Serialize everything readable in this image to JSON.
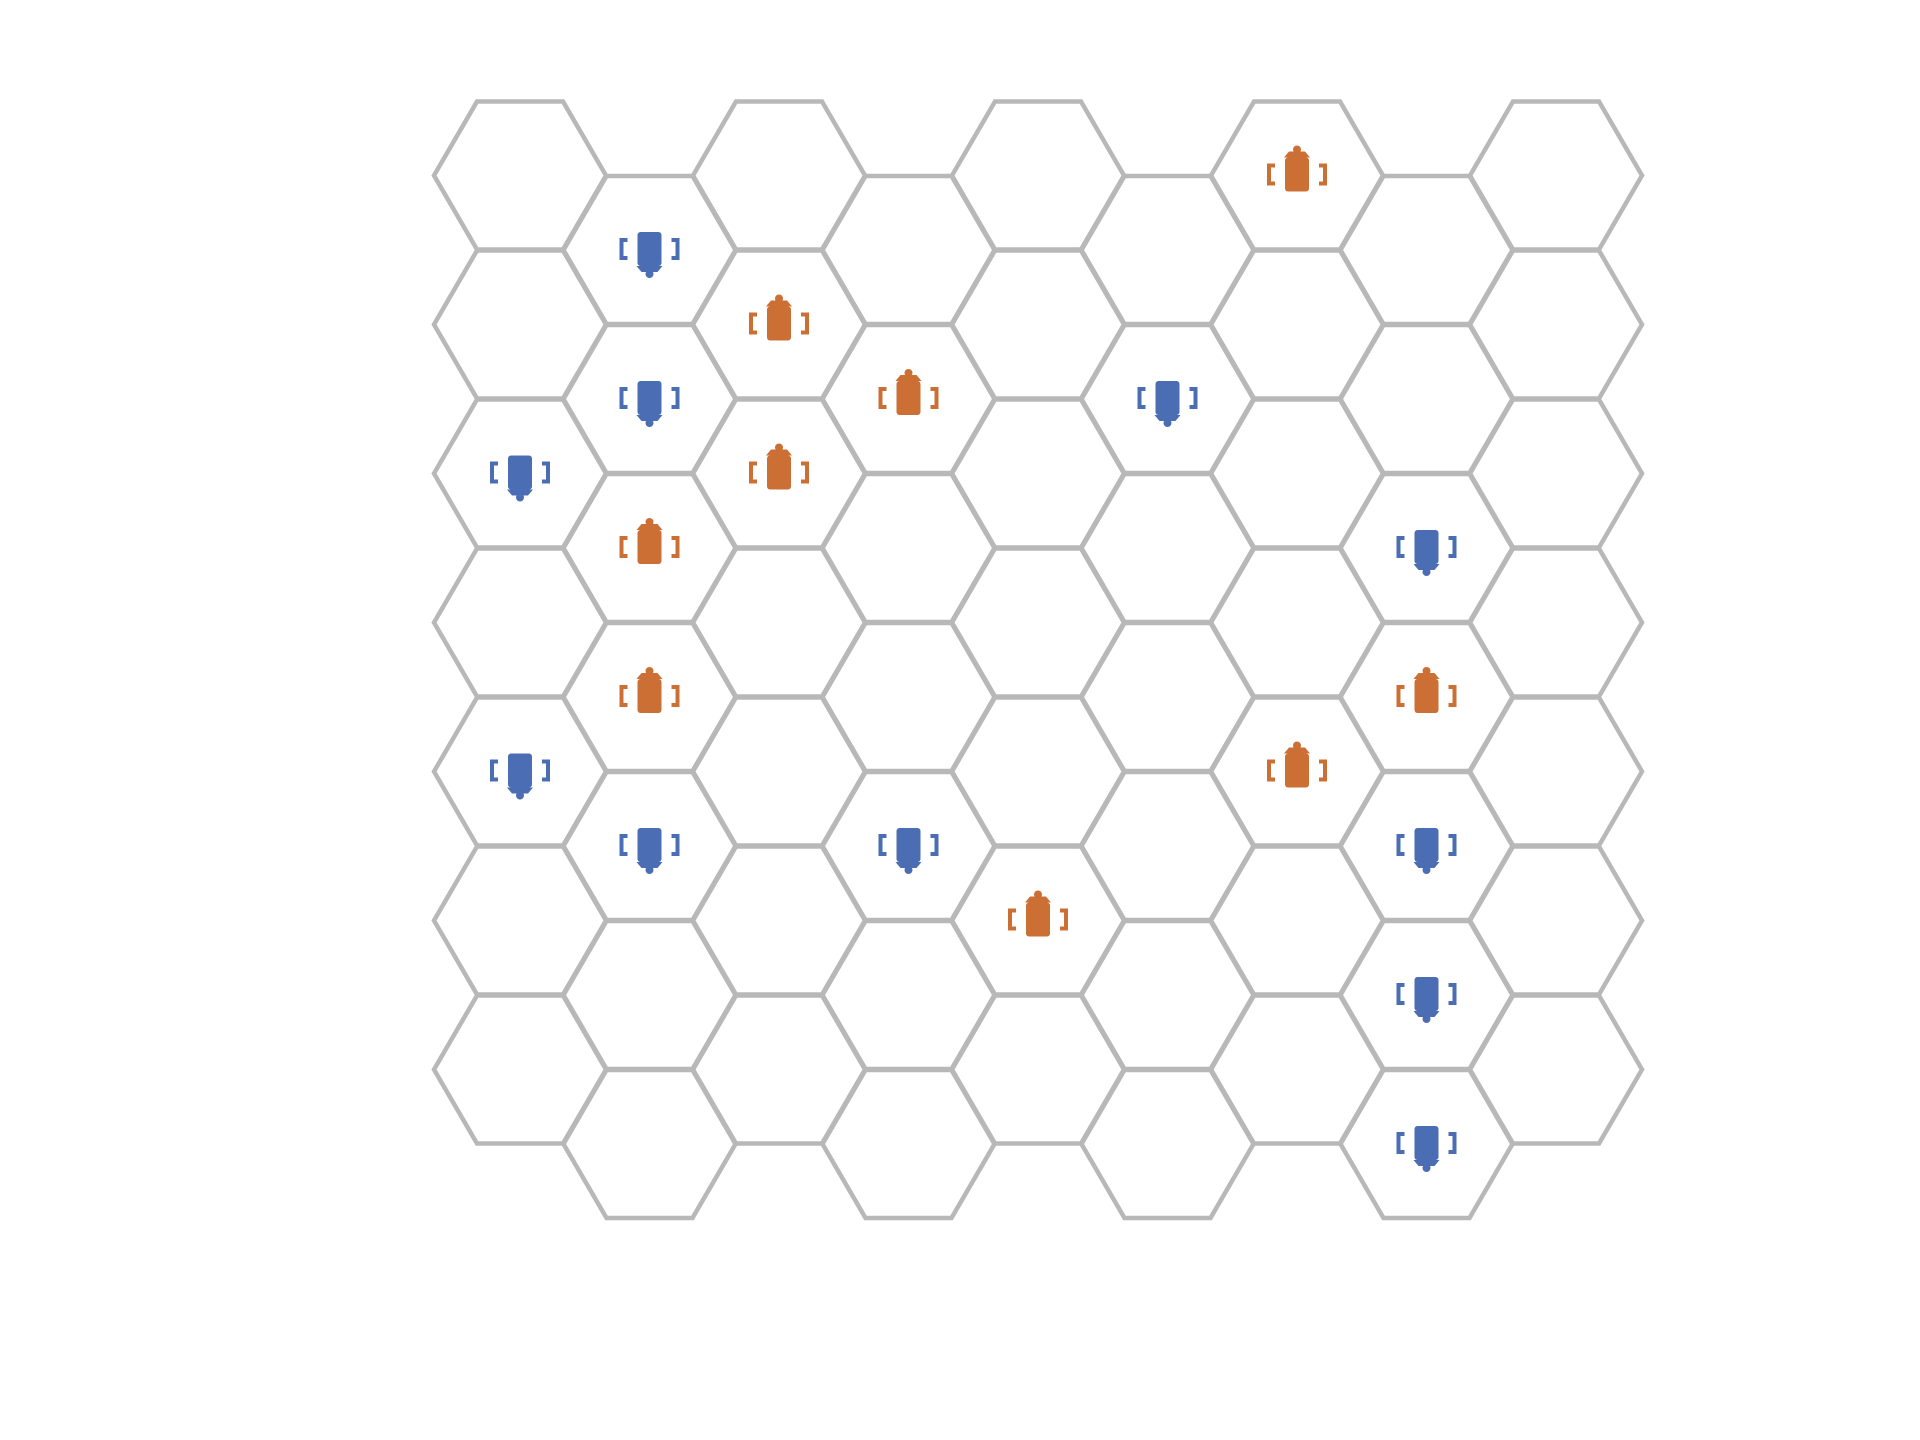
{
  "game": {
    "board_type": "hex-grid",
    "columns": 9,
    "rows": 14,
    "cell_fill": "#ffffff",
    "grid_line_color": "#b8b8b8",
    "players": {
      "blue": {
        "color": "#4a6db3",
        "piece_icon": "robot-down-icon"
      },
      "orange": {
        "color": "#cc6f35",
        "piece_icon": "robot-up-icon"
      }
    },
    "pieces": [
      {
        "player": "orange",
        "col": 6,
        "row": 1
      },
      {
        "player": "blue",
        "col": 1,
        "row": 2
      },
      {
        "player": "orange",
        "col": 2,
        "row": 3
      },
      {
        "player": "blue",
        "col": 1,
        "row": 4
      },
      {
        "player": "orange",
        "col": 3,
        "row": 4
      },
      {
        "player": "blue",
        "col": 5,
        "row": 4
      },
      {
        "player": "blue",
        "col": 0,
        "row": 5
      },
      {
        "player": "orange",
        "col": 2,
        "row": 5
      },
      {
        "player": "orange",
        "col": 1,
        "row": 6
      },
      {
        "player": "blue",
        "col": 7,
        "row": 6
      },
      {
        "player": "orange",
        "col": 1,
        "row": 8
      },
      {
        "player": "orange",
        "col": 7,
        "row": 8
      },
      {
        "player": "blue",
        "col": 0,
        "row": 9
      },
      {
        "player": "orange",
        "col": 6,
        "row": 9
      },
      {
        "player": "blue",
        "col": 1,
        "row": 10
      },
      {
        "player": "blue",
        "col": 3,
        "row": 10
      },
      {
        "player": "blue",
        "col": 7,
        "row": 10
      },
      {
        "player": "orange",
        "col": 4,
        "row": 11
      },
      {
        "player": "blue",
        "col": 7,
        "row": 12
      },
      {
        "player": "blue",
        "col": 7,
        "row": 14
      }
    ]
  }
}
